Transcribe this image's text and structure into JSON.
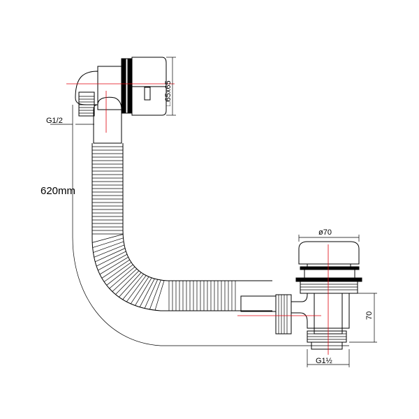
{
  "diagram": {
    "labels": {
      "total_length": "620mm",
      "inlet_thread": "G1/2",
      "overflow_size": "□65x65",
      "plug_diameter": "ø70",
      "waste_height": "70",
      "waste_thread": "G1½"
    },
    "colors": {
      "line": "#000000",
      "centerline": "#e0000b",
      "background": "#ffffff"
    }
  }
}
